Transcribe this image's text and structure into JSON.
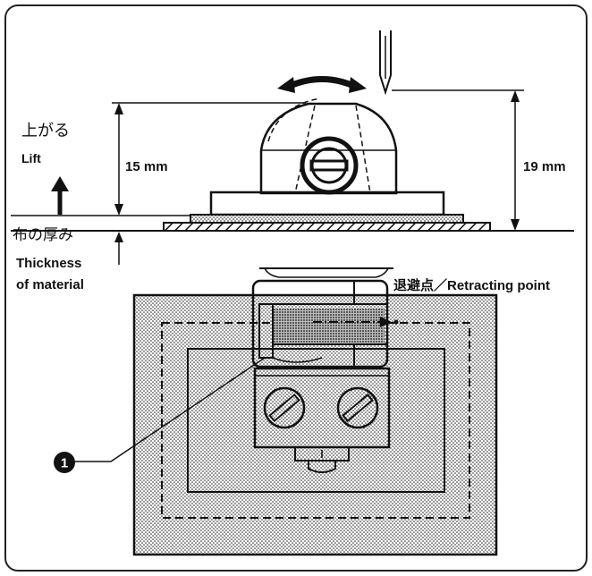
{
  "labels": {
    "lift_jp": "上がる",
    "lift_en": "Lift",
    "dim_15": "15 mm",
    "dim_19": "19 mm",
    "thickness_jp": "布の厚み",
    "thickness_en_line1": "Thickness",
    "thickness_en_line2": "of material",
    "retracting_point": "退避点／Retracting point",
    "callout_1": "1"
  },
  "colors": {
    "ink": "#111111",
    "paper": "#ffffff"
  }
}
